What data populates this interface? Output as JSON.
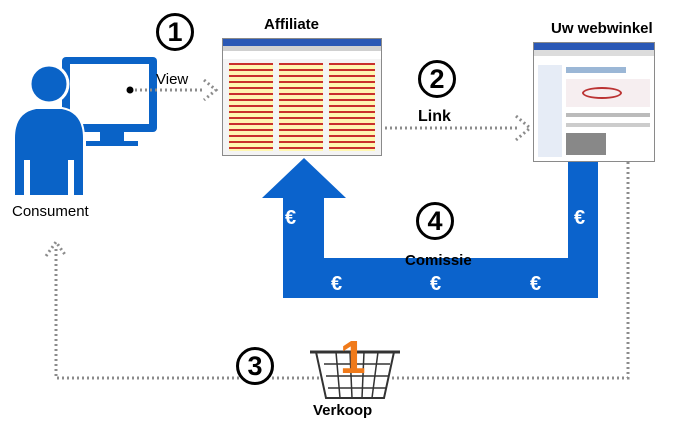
{
  "labels": {
    "view": "View",
    "affiliate": "Affiliate",
    "webwinkel": "Uw webwinkel",
    "link": "Link",
    "consument": "Consument",
    "comissie": "Comissie",
    "verkoop": "Verkoop",
    "basket_number": "1"
  },
  "steps": {
    "one": "1",
    "two": "2",
    "three": "3",
    "four": "4"
  },
  "currency": "€",
  "colors": {
    "person_blue": "#0a63c7",
    "arrow_blue": "#0b63cc",
    "basket_orange": "#f07a1a",
    "dotted_gray": "#8c8c8c"
  },
  "icons": [
    "person-icon",
    "monitor-icon",
    "shopping-basket-icon",
    "dotted-arrow-icon"
  ]
}
